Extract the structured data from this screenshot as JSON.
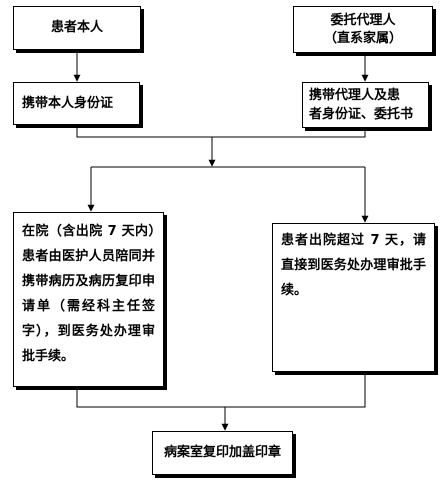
{
  "boxes": {
    "patient_self": "患者本人",
    "agent_line1": "委托代理人",
    "agent_line2": "（直系家属）",
    "bring_own_id": "携带本人身份证",
    "bring_agent_docs_line1": "携带代理人及患",
    "bring_agent_docs_line2": "者身份证、委托书",
    "inpatient_text": "在院（含出院 7 天内）患者由医护人员陪同并携带病历及病历复印申请单（需经科主任签字），到医务处办理审批手续。",
    "discharged_text": "患者出院超过 7 天，请直接到医务处办理审批手续。",
    "stamp_office": "病案室复印加盖印章"
  }
}
